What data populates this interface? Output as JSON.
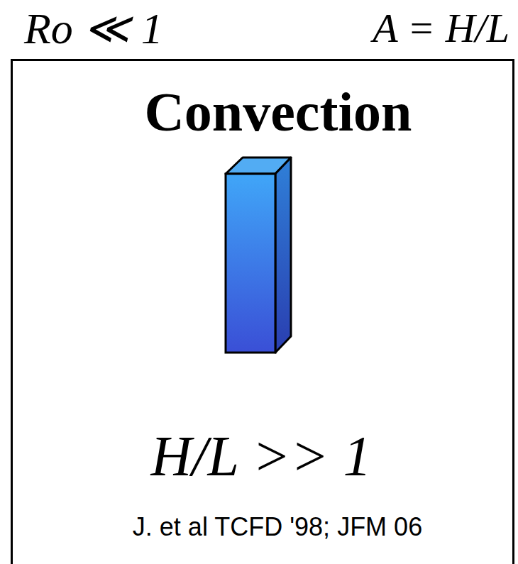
{
  "diagram": {
    "nodes": [
      {
        "text": [
          "Convection",
          "H/L >> 1",
          "J. et al TCFD '98; JFM 06"
        ]
      }
    ],
    "labels": [
      "Ro ≪ 1",
      "A = H/L"
    ]
  }
}
